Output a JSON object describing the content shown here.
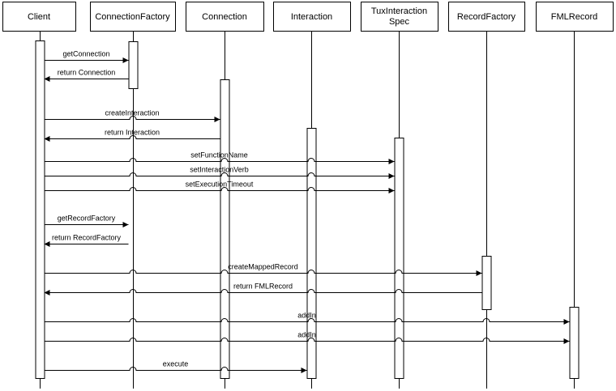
{
  "participants": [
    {
      "id": "client",
      "lines": [
        "Client"
      ]
    },
    {
      "id": "connectionfactory",
      "lines": [
        "ConnectionFactory"
      ]
    },
    {
      "id": "connection",
      "lines": [
        "Connection"
      ]
    },
    {
      "id": "interaction",
      "lines": [
        "Interaction"
      ]
    },
    {
      "id": "tuxinteractionspec",
      "lines": [
        "TuxInteraction",
        "Spec"
      ]
    },
    {
      "id": "recordfactory",
      "lines": [
        "RecordFactory"
      ]
    },
    {
      "id": "fmlrecord",
      "lines": [
        "FMLRecord"
      ]
    }
  ],
  "messages": [
    {
      "from": "client",
      "to": "connectionfactory",
      "label": "getConnection"
    },
    {
      "from": "connectionfactory",
      "to": "client",
      "label": "return  Connection"
    },
    {
      "from": "client",
      "to": "connection",
      "label": "createInteraction"
    },
    {
      "from": "connection",
      "to": "client",
      "label": "return  Interaction"
    },
    {
      "from": "client",
      "to": "tuxinteractionspec",
      "label": "setFunctionName"
    },
    {
      "from": "client",
      "to": "tuxinteractionspec",
      "label": "setInteractionVerb"
    },
    {
      "from": "client",
      "to": "tuxinteractionspec",
      "label": "setExecutionTimeout"
    },
    {
      "from": "client",
      "to": "connectionfactory",
      "label": "getRecordFactory"
    },
    {
      "from": "connectionfactory",
      "to": "client",
      "label": "return  RecordFactory"
    },
    {
      "from": "client",
      "to": "recordfactory",
      "label": "createMappedRecord"
    },
    {
      "from": "recordfactory",
      "to": "client",
      "label": "return  FMLRecord"
    },
    {
      "from": "client",
      "to": "fmlrecord",
      "label": "addIn"
    },
    {
      "from": "client",
      "to": "fmlrecord",
      "label": "addIn"
    },
    {
      "from": "client",
      "to": "interaction",
      "label": "execute"
    }
  ]
}
